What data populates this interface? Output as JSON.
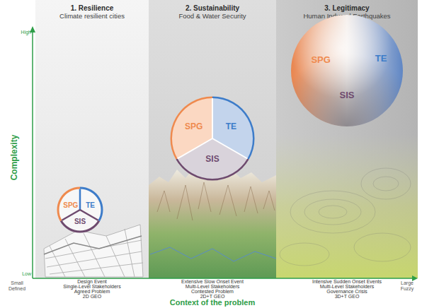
{
  "diagram": {
    "nodes": [
      {
        "text": [
          "1. Resilience",
          "Climate resilient cities"
        ]
      },
      {
        "text": [
          "SPG",
          "TE",
          "SIS"
        ],
        "in": 0
      },
      {
        "text": [
          "2. Sustainability",
          "Food & Water Security"
        ]
      },
      {
        "text": [
          "SPG",
          "TE",
          "SIS"
        ],
        "in": 2
      },
      {
        "text": [
          "3. Legitimacy",
          "Human Induced Earthquakes"
        ]
      },
      {
        "text": [
          "SPG",
          "TE",
          "SIS"
        ],
        "in": 4
      }
    ],
    "labels": [
      "High",
      "Low",
      "Complexity",
      "Small Defined",
      "Large Fuzzy",
      "Design Event",
      "Single-Level Stakeholders",
      "Agreed Problem",
      "2D GEO",
      "Extensive Slow Onset Event",
      "Multi-Level Stakeholders",
      "Contested Problem",
      "2D+T GEO",
      "Intensive Sudden Onset Events",
      "Multi-Level Stakeholders",
      "Governance Crisis",
      "3D+T GEO",
      "Context of the problem"
    ]
  }
}
